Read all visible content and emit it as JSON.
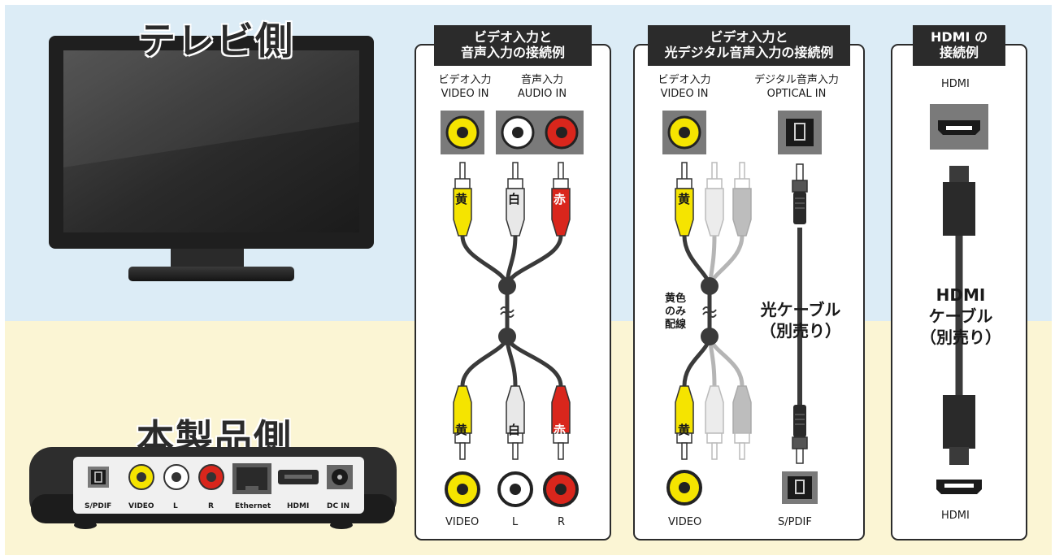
{
  "tv_title": "テレビ側",
  "device_title": "本製品側",
  "device_ports": [
    "S/PDIF",
    "VIDEO",
    "L",
    "R",
    "Ethernet",
    "HDMI",
    "DC IN"
  ],
  "panel1": {
    "title_line1": "ビデオ入力と",
    "title_line2": "音声入力の接続例",
    "video_in_jp": "ビデオ入力",
    "video_in_en": "VIDEO IN",
    "audio_in_jp": "音声入力",
    "audio_in_en": "AUDIO IN",
    "plug_labels": [
      "黄",
      "白",
      "赤"
    ],
    "bottom_labels": [
      "VIDEO",
      "L",
      "R"
    ]
  },
  "panel2": {
    "title_line1": "ビデオ入力と",
    "title_line2": "光デジタル音声入力の接続例",
    "video_in_jp": "ビデオ入力",
    "video_in_en": "VIDEO IN",
    "optical_in_jp": "デジタル音声入力",
    "optical_in_en": "OPTICAL IN",
    "plug_label": "黄",
    "note_lines": [
      "黄色",
      "のみ",
      "配線"
    ],
    "cable_line1": "光ケーブル",
    "cable_line2": "（別売り）",
    "bottom_labels": [
      "VIDEO",
      "S/PDIF"
    ]
  },
  "panel3": {
    "title_line1": "HDMI の",
    "title_line2": "接続例",
    "top_label": "HDMI",
    "cable_line1": "HDMI",
    "cable_line2": "ケーブル",
    "cable_line3": "（別売り）",
    "bottom_label": "HDMI"
  },
  "colors": {
    "yellow": "#f5e400",
    "white_plug": "#e8e8e8",
    "red": "#d9261c",
    "cable_dark": "#3a3a3a",
    "cable_gray": "#b5b5b5"
  }
}
